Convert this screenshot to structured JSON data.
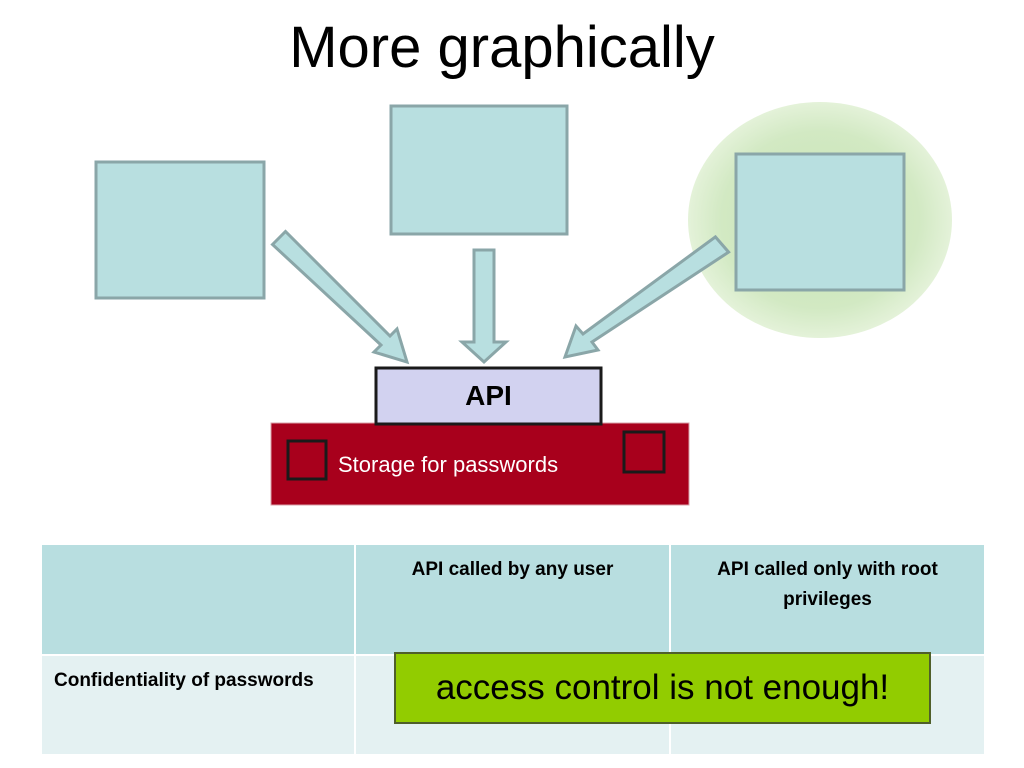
{
  "slide": {
    "title": "More graphically"
  },
  "diagram": {
    "api_label": "API",
    "storage_label": "Storage for passwords"
  },
  "table": {
    "headers": [
      "",
      "API called by any user",
      "API called only with root privileges"
    ],
    "rows": [
      {
        "label": "Confidentiality of passwords",
        "cells": [
          "",
          ""
        ]
      }
    ]
  },
  "callout": {
    "text": "access control is not enough!"
  }
}
